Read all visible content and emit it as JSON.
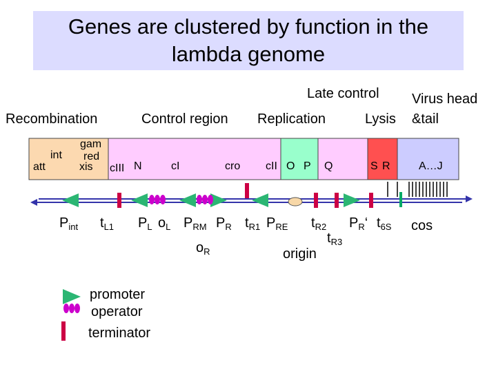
{
  "title": {
    "line1": "Genes are clustered by function in the",
    "line2": "lambda genome"
  },
  "regions": {
    "late_control": "Late control",
    "virus_head": "Virus head",
    "tail": "&tail",
    "recombination": "Recombination",
    "control_region": "Control region",
    "replication": "Replication",
    "lysis": "Lysis"
  },
  "genes": {
    "gam": "gam",
    "int": "int",
    "red": "red",
    "att": "att",
    "xis": "xis",
    "cIII": "cIII",
    "N": "N",
    "cI": "cI",
    "cro": "cro",
    "cII": "cII",
    "O": "O",
    "P": "P",
    "Q": "Q",
    "S": "S",
    "R": "R",
    "AJ": "A…J"
  },
  "sites": {
    "Pint": {
      "main": "P",
      "sub": "int"
    },
    "tL1": {
      "main": "t",
      "sub": "L1"
    },
    "PL": {
      "main": "P",
      "sub": "L"
    },
    "oL": {
      "main": "o",
      "sub": "L"
    },
    "PRM": {
      "main": "P",
      "sub": "RM"
    },
    "PR": {
      "main": "P",
      "sub": "R"
    },
    "tR1": {
      "main": "t",
      "sub": "R1"
    },
    "PRE": {
      "main": "P",
      "sub": "RE"
    },
    "tR2": {
      "main": "t",
      "sub": "R2"
    },
    "tR3": {
      "main": "t",
      "sub": "R3"
    },
    "PRprime": {
      "main": "P",
      "sub": "R",
      "suffix": "‘"
    },
    "t6S": {
      "main": "t",
      "sub": "6S"
    },
    "cos": "cos",
    "oR": {
      "main": "o",
      "sub": "R"
    },
    "origin": "origin"
  },
  "legend": {
    "promoter": "promoter",
    "operator": "operator",
    "terminator": "terminator"
  },
  "colors": {
    "title_bg": "#dcdcff",
    "recombination_seg": "#fcd9b0",
    "control_seg": "#ffccff",
    "replication_seg": "#99ffcc",
    "lysis_seg": "#ff5050",
    "head_tail_seg": "#ccccff",
    "promoter": "#2bb673",
    "operator": "#cc00cc",
    "terminator": "#cc0044",
    "dna_line": "#3333aa",
    "origin": "#f8d8a8",
    "cos": "#00aa66"
  }
}
